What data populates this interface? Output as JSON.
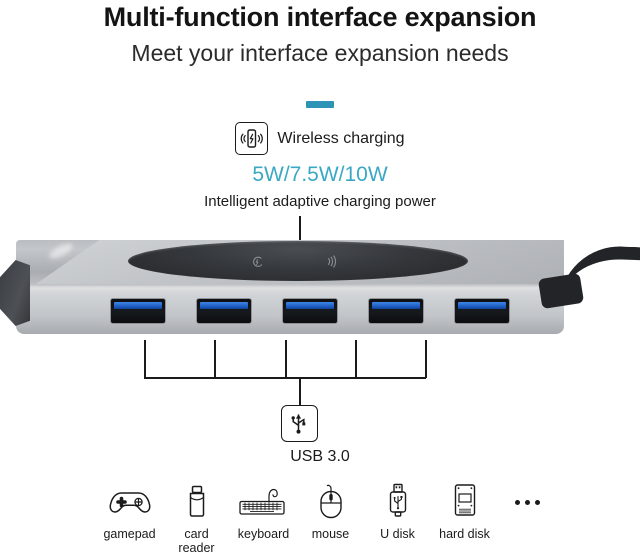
{
  "colors": {
    "accent_teal": "#3aa8c4",
    "divider_teal": "#2e93b5",
    "text_dark": "#1b1b1b",
    "port_blue": "#2f6fd0",
    "body_silver": "#b9bcc0",
    "pad_dark": "#2a2d30"
  },
  "header": {
    "headline": "Multi-function interface expansion",
    "subhead": "Meet your interface expansion needs"
  },
  "wireless": {
    "icon": "wireless-charging-icon",
    "label": "Wireless charging",
    "power": "5W/7.5W/10W",
    "caption": "Intelligent adaptive charging power"
  },
  "device": {
    "name": "usb-hub-with-wireless-charging-pad",
    "port_count": 5,
    "pad_icons": [
      "charging-indicator-icon",
      "wireless-signal-icon"
    ]
  },
  "usb_callout": {
    "icon": "usb-trident-icon",
    "label": "USB 3.0"
  },
  "compatible_devices": [
    {
      "icon": "gamepad-icon",
      "label": "gamepad"
    },
    {
      "icon": "card-reader-icon",
      "label": "card reader"
    },
    {
      "icon": "keyboard-icon",
      "label": "keyboard"
    },
    {
      "icon": "mouse-icon",
      "label": "mouse"
    },
    {
      "icon": "u-disk-icon",
      "label": "U disk"
    },
    {
      "icon": "hard-disk-icon",
      "label": "hard disk"
    }
  ],
  "more_indicator": "ellipsis"
}
